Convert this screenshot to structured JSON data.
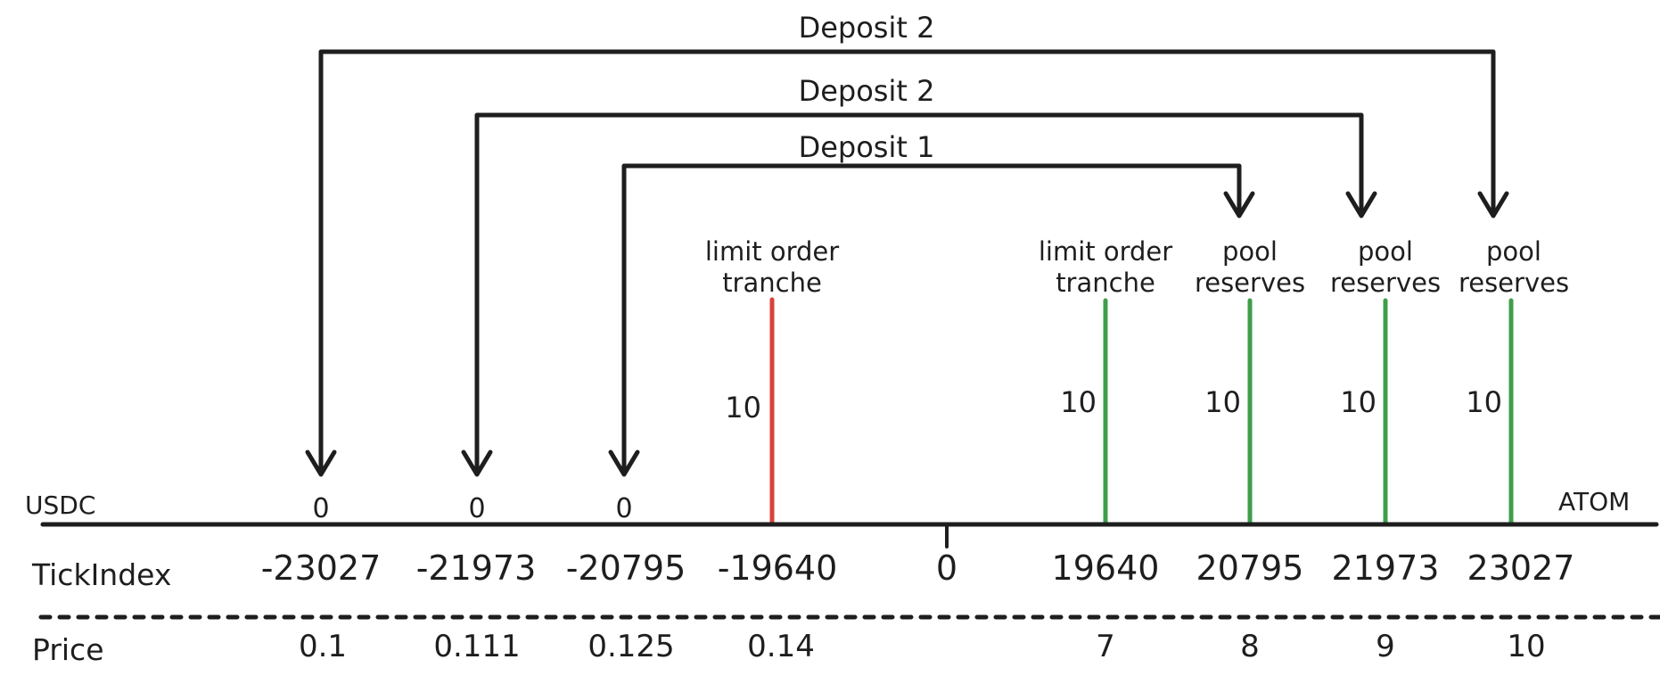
{
  "colors": {
    "ink": "#1e1e1e",
    "red": "#d8423b",
    "green": "#3f9e4a"
  },
  "deposit_arrows": [
    {
      "label": "Deposit 2",
      "from_tick": "-23027",
      "to_tick": "23027"
    },
    {
      "label": "Deposit 2",
      "from_tick": "-21973",
      "to_tick": "21973"
    },
    {
      "label": "Deposit 1",
      "from_tick": "-20795",
      "to_tick": "20795"
    }
  ],
  "left_token": {
    "label": "USDC"
  },
  "right_token": {
    "label": "ATOM"
  },
  "markers": {
    "zeros": [
      "0",
      "0",
      "0"
    ],
    "red_line": {
      "label_line1": "limit order",
      "label_line2": "tranche",
      "amount": "10"
    },
    "green_lines": [
      {
        "label_line1": "limit order",
        "label_line2": "tranche",
        "amount": "10"
      },
      {
        "label_line1": "pool",
        "label_line2": "reserves",
        "amount": "10"
      },
      {
        "label_line1": "pool",
        "label_line2": "reserves",
        "amount": "10"
      },
      {
        "label_line1": "pool",
        "label_line2": "reserves",
        "amount": "10"
      }
    ]
  },
  "tick_row": {
    "label": "TickIndex",
    "values": [
      "-23027",
      "-21973",
      "-20795",
      "-19640",
      "0",
      "19640",
      "20795",
      "21973",
      "23027"
    ]
  },
  "price_row": {
    "label": "Price",
    "values": [
      "0.1",
      "0.111",
      "0.125",
      "0.14",
      "7",
      "8",
      "9",
      "10"
    ]
  }
}
